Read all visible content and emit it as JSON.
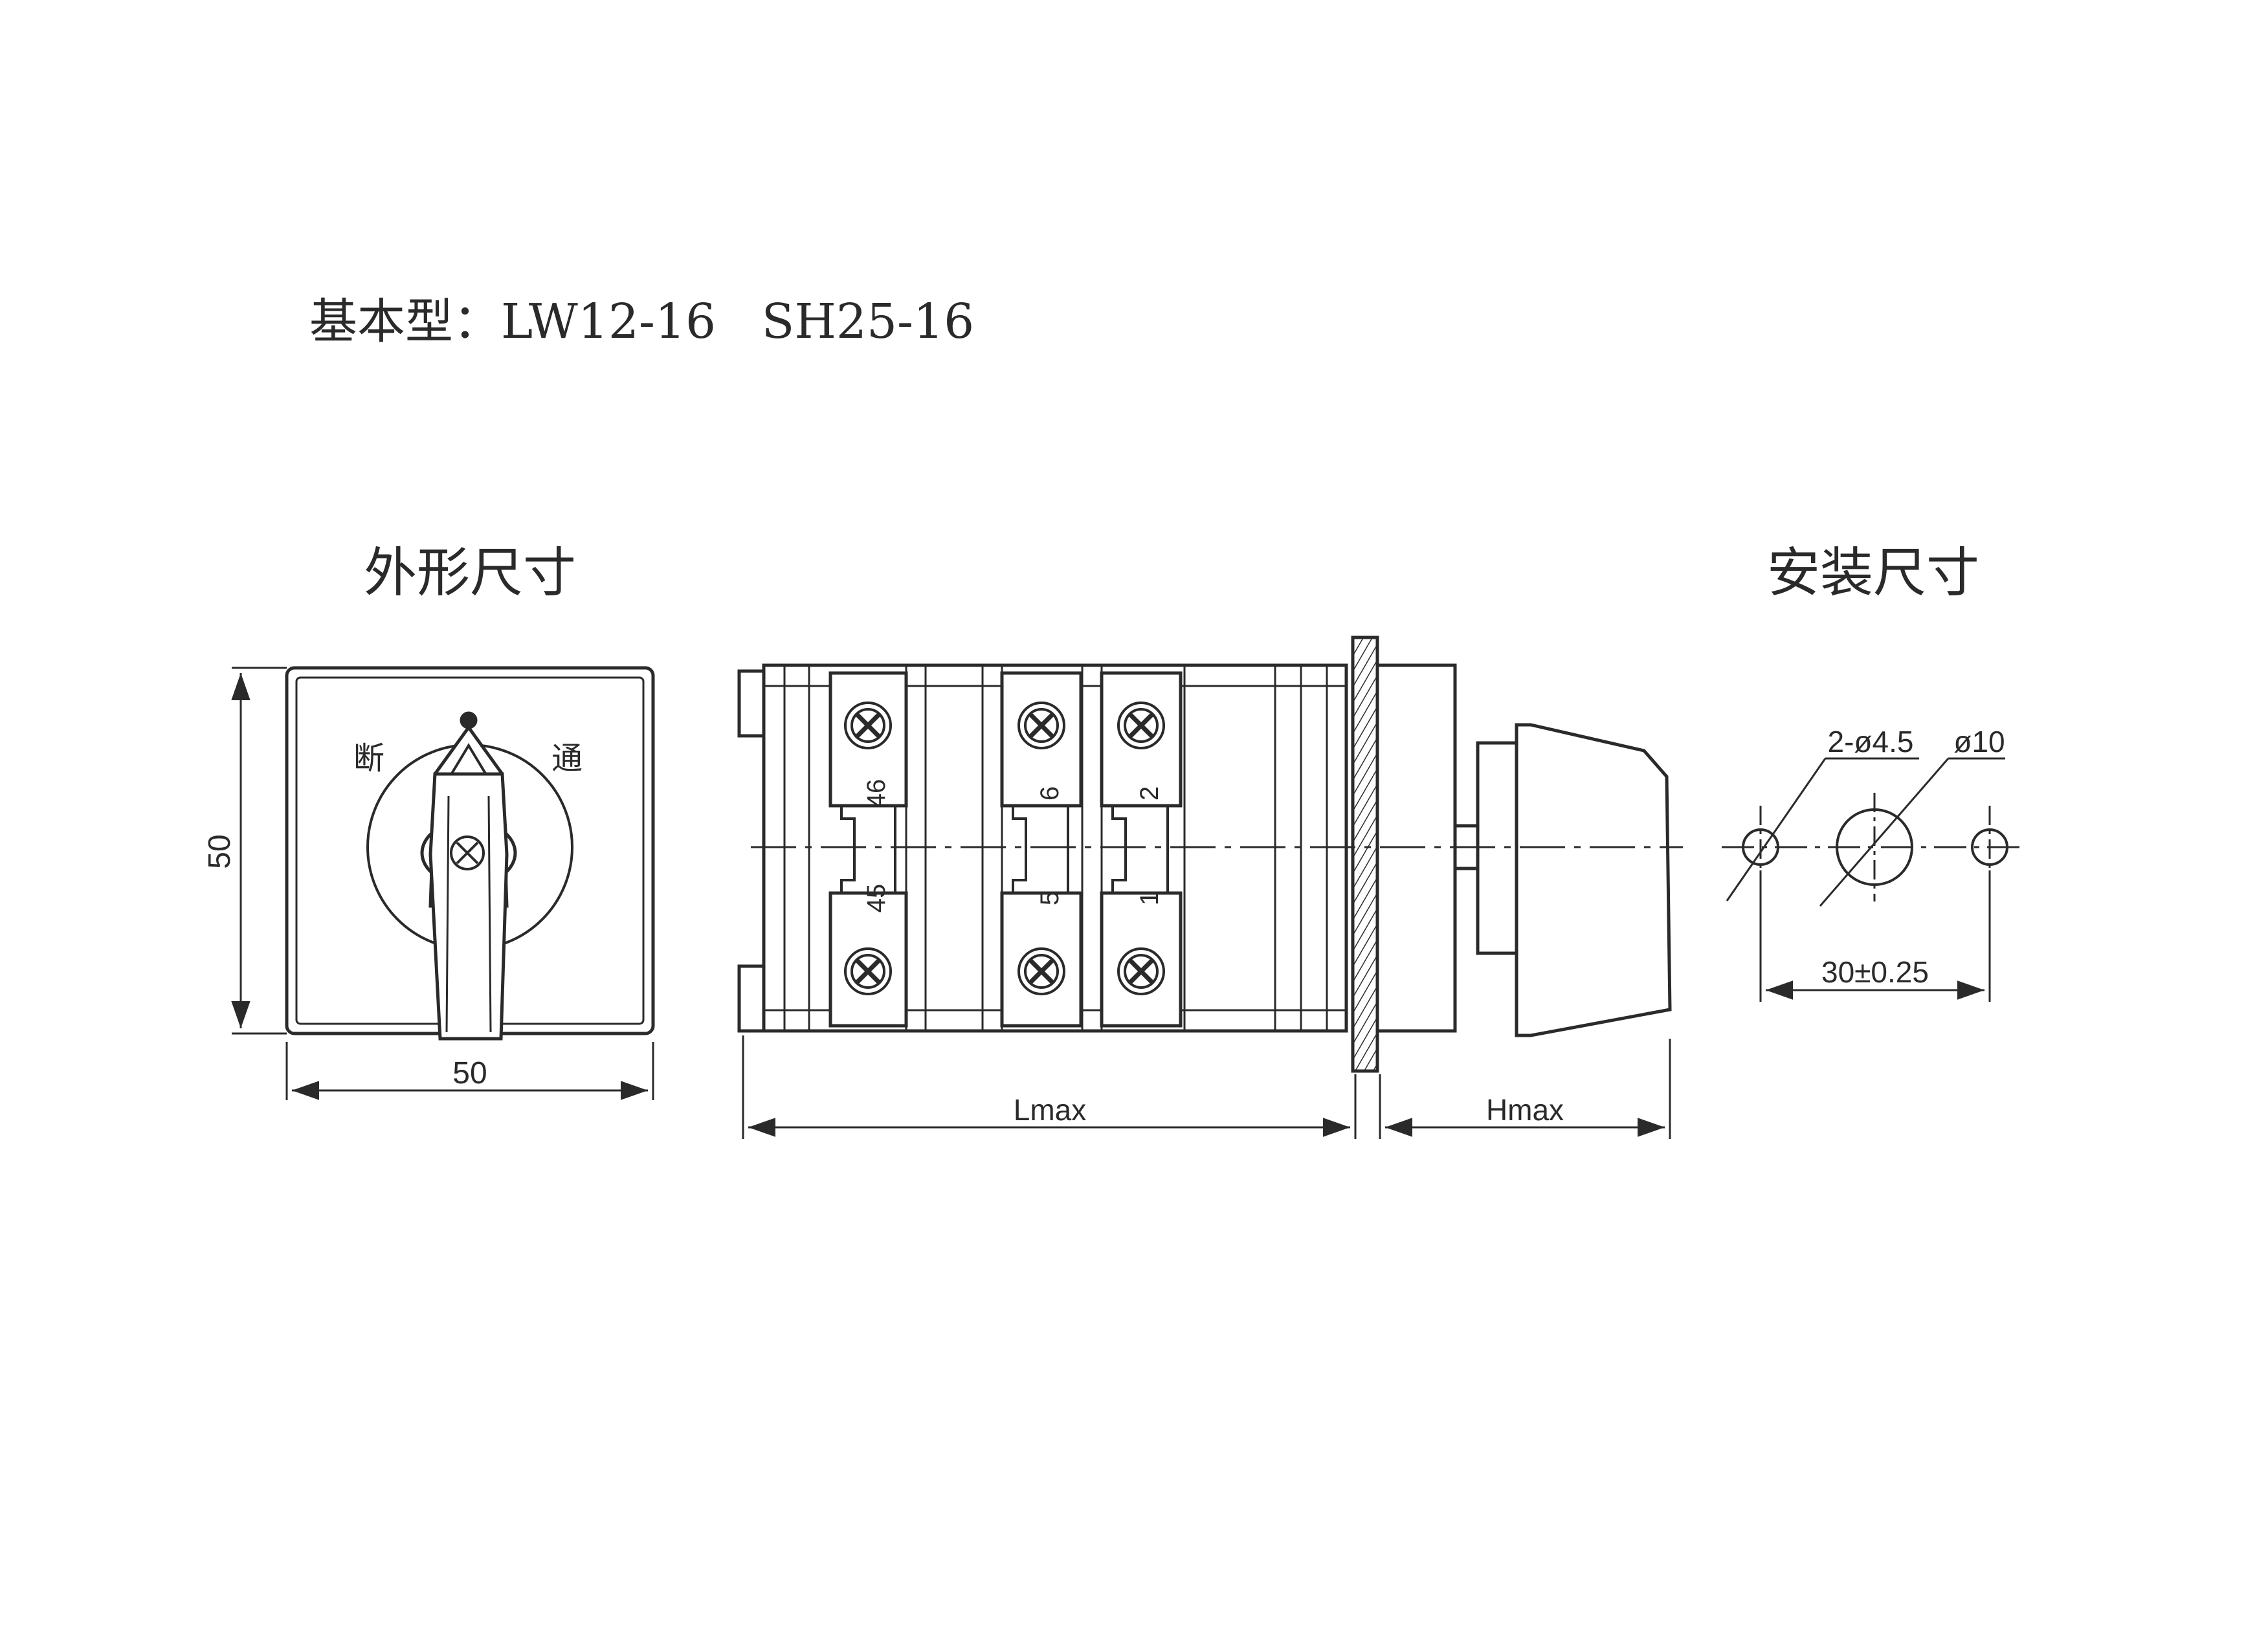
{
  "header": {
    "title": "基本型：LW12-16   SH25-16"
  },
  "views": {
    "outline_label": "外形尺寸",
    "install_label": "安装尺寸"
  },
  "front_view": {
    "label_off": "断",
    "label_on": "通",
    "dim_width": "50",
    "dim_height": "50"
  },
  "side_view": {
    "terminal_numbers": [
      "46",
      "45",
      "6",
      "5",
      "2",
      "1"
    ],
    "dim_length": "Lmax",
    "dim_handle": "Hmax"
  },
  "mounting": {
    "small_holes": "2-ø4.5",
    "center_hole": "ø10",
    "spacing": "30±0.25"
  },
  "colors": {
    "line": "#2a2a2a",
    "paper": "#ffffff"
  }
}
